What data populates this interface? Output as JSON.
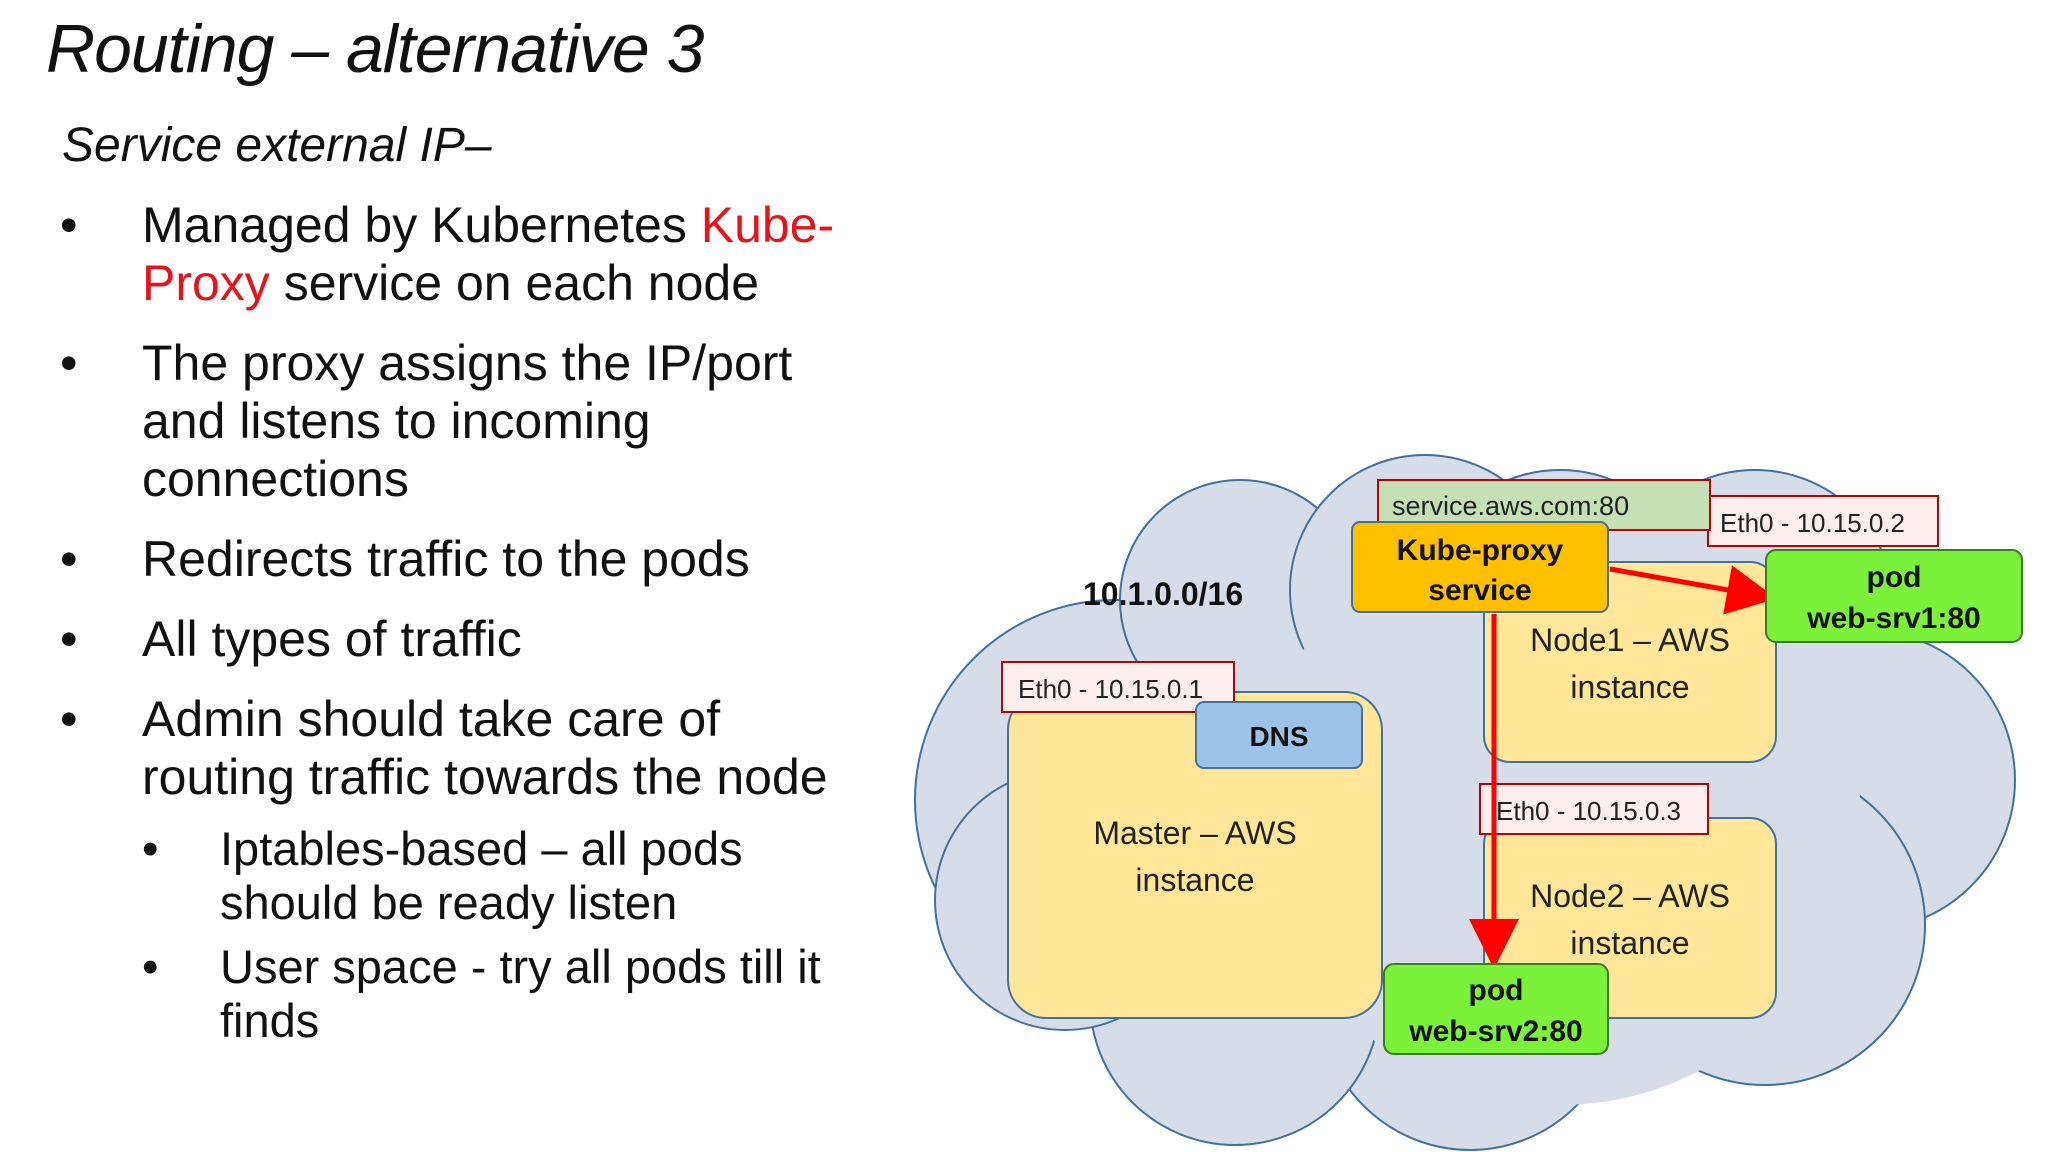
{
  "slide": {
    "title": "Routing – alternative 3",
    "subtitle": "Service external IP–",
    "bullets": [
      {
        "pre": "Managed by Kubernetes ",
        "highlight1": "Kube-",
        "highlight2": "Proxy",
        "post": " service on each node"
      },
      {
        "line1": "The proxy assigns the IP/port",
        "line2": "and listens to incoming",
        "line3": "connections"
      },
      {
        "text": "Redirects traffic to the pods"
      },
      {
        "text": "All types of traffic"
      },
      {
        "line1": "Admin should take care of",
        "line2": "routing traffic towards the node"
      }
    ],
    "sub_bullets": [
      {
        "line1": "Iptables-based – all pods",
        "line2": "should be ready listen"
      },
      {
        "line1": "User space  - try all pods till it",
        "line2": "finds"
      }
    ],
    "bullet_symbol": "•"
  },
  "diagram": {
    "network": "10.1.0.0/16",
    "service_address": "service.aws.com:80",
    "kube_proxy": {
      "line1": "Kube-proxy",
      "line2": "service"
    },
    "master": {
      "eth": "Eth0 - 10.15.0.1",
      "line1": "Master – AWS",
      "line2": "instance",
      "dns": "DNS"
    },
    "node1": {
      "eth": "Eth0 - 10.15.0.2",
      "line1": "Node1 – AWS",
      "line2": "instance"
    },
    "node2": {
      "eth": "Eth0 - 10.15.0.3",
      "line1": "Node2 – AWS",
      "line2": "instance"
    },
    "pod1": {
      "line1": "pod",
      "line2": "web-srv1:80"
    },
    "pod2": {
      "line1": "pod",
      "line2": "web-srv2:80"
    },
    "colors": {
      "cloud": "#d6dce8",
      "cloud_stroke": "#41719c",
      "instance": "#ffe699",
      "instance_stroke": "#41719c",
      "pod": "#7cf13a",
      "pod_stroke": "#3a7d22",
      "proxy": "#ffc000",
      "proxy_stroke": "#41719c",
      "dns": "#9dc3e6",
      "label_fill": "#fdeeee",
      "label_stroke": "#c00000",
      "service_fill": "#c5e0b4",
      "arrow": "#ff0000",
      "highlight_text": "#e8121a"
    }
  }
}
